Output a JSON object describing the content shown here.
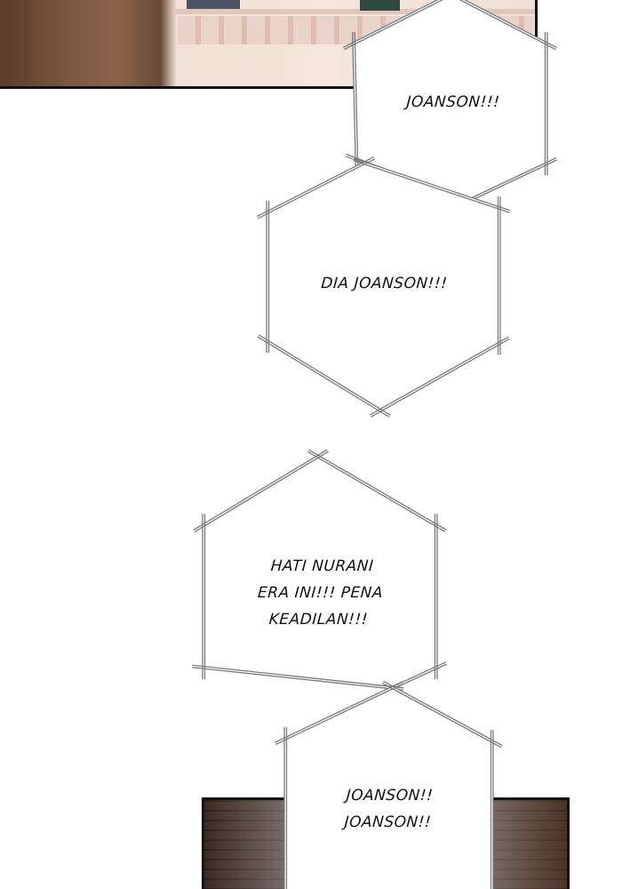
{
  "bubbles": [
    {
      "id": "b1",
      "lines": [
        "JOANSON!!!"
      ]
    },
    {
      "id": "b2",
      "lines": [
        "DIA JOANSON!!!"
      ]
    },
    {
      "id": "b3",
      "lines": [
        "HATI NURANI",
        "ERA INI!!! PENA",
        "KEADILAN!!!"
      ]
    },
    {
      "id": "b4",
      "lines": [
        "JOANSON!!",
        "JOANSON!!"
      ]
    }
  ],
  "colors": {
    "bubble_outline": "#7a7a7a",
    "panel_border": "#111111"
  }
}
